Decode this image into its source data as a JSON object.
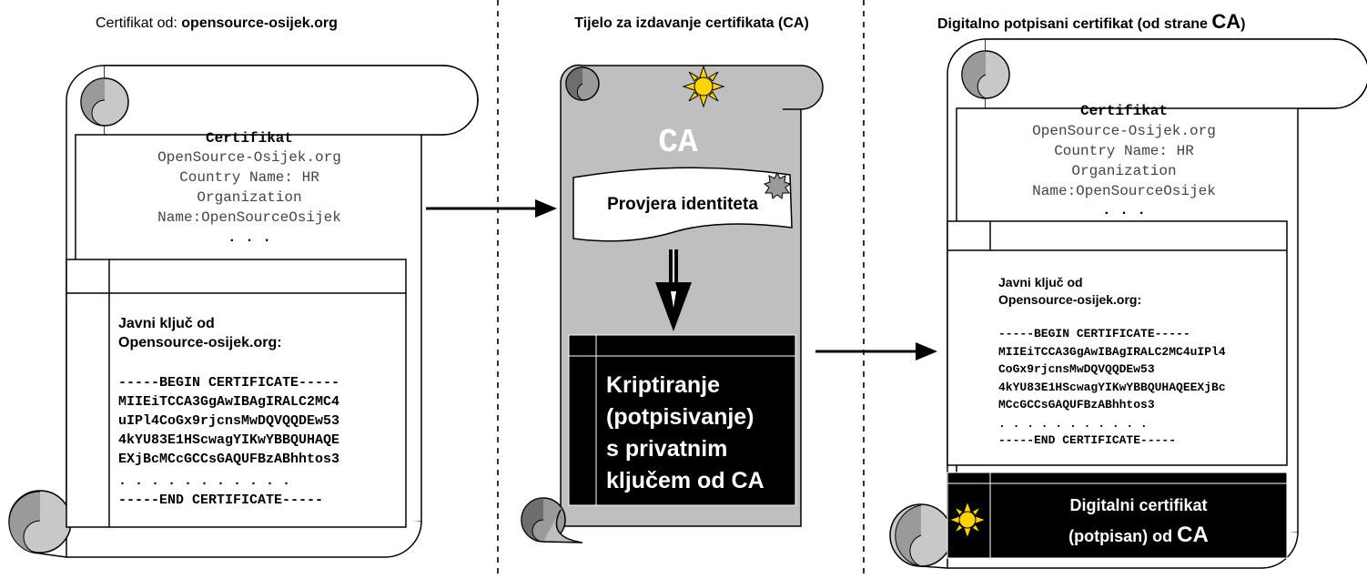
{
  "left": {
    "heading_prefix": "Certifikat od: ",
    "heading_domain": "opensource-osijek.org",
    "cert_title": "Certifikat",
    "cert_lines": [
      "OpenSource-Osijek.org",
      "Country Name: HR",
      "Organization",
      "Name:OpenSourceOsijek",
      ". . ."
    ],
    "key_label_lines": [
      "Javni ključ od",
      "Opensource-osijek.org:"
    ],
    "pem_lines": [
      "-----BEGIN CERTIFICATE-----",
      "MIIEiTCCA3GgAwIBAgIRALC2MC4",
      "uIPl4CoGx9rjcnsMwDQVQQDEw53",
      "4kYU83E1HScwagYIKwYBBQUHAQE",
      "EXjBcMCcGCCsGAQUFBzABhhtos3",
      ". . . . . . . . . . .",
      "-----END CERTIFICATE-----"
    ]
  },
  "middle": {
    "heading": "Tijelo za izdavanje certifikata (CA)",
    "ca_label": "CA",
    "verify_label": "Provjera identiteta",
    "encrypt_lines": [
      "Kriptiranje",
      "(potpisivanje)",
      "s privatnim",
      "ključem od CA"
    ]
  },
  "right": {
    "heading_prefix": "Digitalno potpisani certifikat (od strane ",
    "heading_ca": "CA",
    "heading_suffix": ")",
    "cert_title": "Certifikat",
    "cert_lines": [
      "OpenSource-Osijek.org",
      "Country Name: HR",
      "Organization",
      "Name:OpenSourceOsijek",
      ". . ."
    ],
    "key_label_lines": [
      "Javni ključ od",
      "Opensource-osijek.org:"
    ],
    "pem_lines": [
      "-----BEGIN CERTIFICATE-----",
      "MIIEiTCCA3GgAwIBAgIRALC2MC4uIPl4",
      "CoGx9rjcnsMwDQVQQDEw53",
      "4kYU83E1HScwagYIKwYBBQUHAQEEXjBc",
      "MCcGCCsGAQUFBzABhhtos3",
      ". . . . . . . . . . .",
      "-----END CERTIFICATE-----"
    ],
    "signature_line1": "Digitalni certifikat",
    "signature_line2_prefix": "(potpisan) od ",
    "signature_line2_ca": "CA"
  }
}
